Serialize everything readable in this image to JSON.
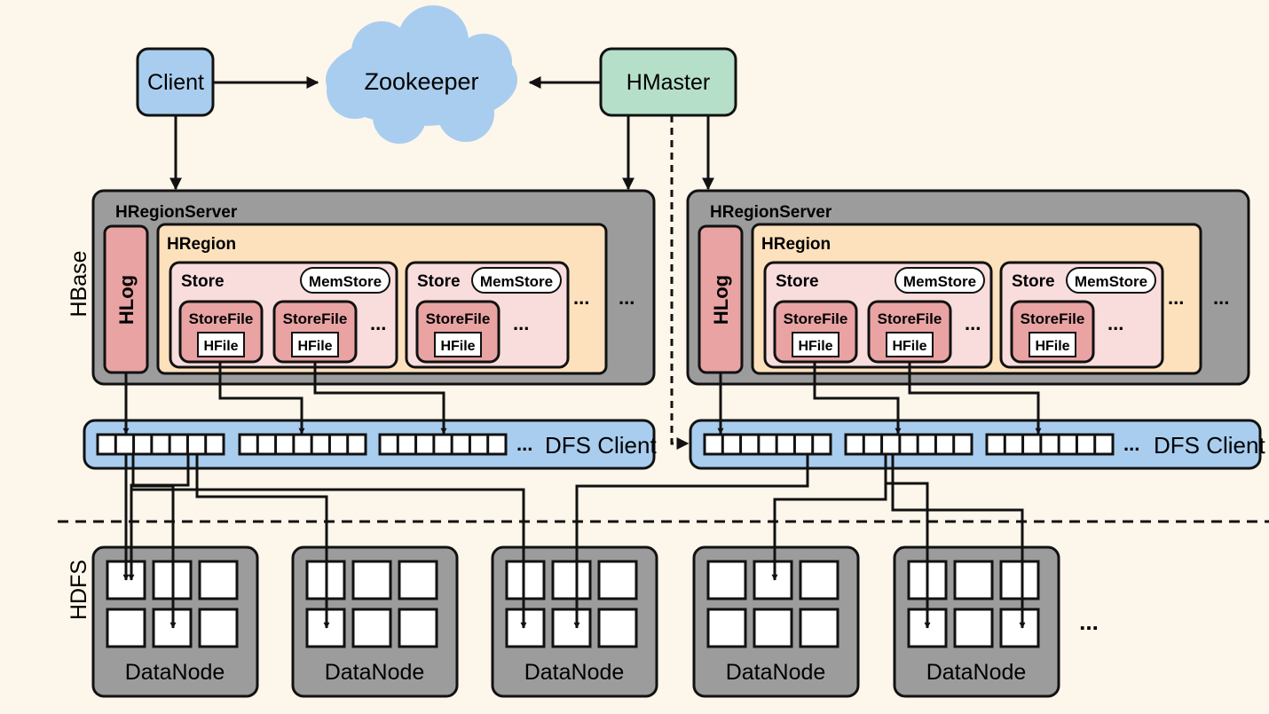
{
  "top": {
    "client": "Client",
    "zookeeper": "Zookeeper",
    "hmaster": "HMaster"
  },
  "layers": {
    "hbase": "HBase",
    "hdfs": "HDFS"
  },
  "region_server": {
    "title": "HRegionServer",
    "hlog": "HLog",
    "hregion": "HRegion",
    "store": "Store",
    "memstore": "MemStore",
    "storefile": "StoreFile",
    "hfile": "HFile",
    "ellipsis": "..."
  },
  "dfs": {
    "label": "DFS Client",
    "ellipsis": "..."
  },
  "datanode": {
    "label": "DataNode",
    "more": "..."
  },
  "colors": {
    "client": "#a9cdee",
    "zookeeper": "#a9cdee",
    "hmaster": "#b5dfc9",
    "server": "#9c9c9c",
    "hregion": "#fde1bc",
    "store": "#f9dcdc",
    "storefile": "#e9a3a3",
    "hlog": "#e9a3a3",
    "dfs": "#a9cdee",
    "datanode": "#9c9c9c",
    "background": "#fdf6ea"
  }
}
